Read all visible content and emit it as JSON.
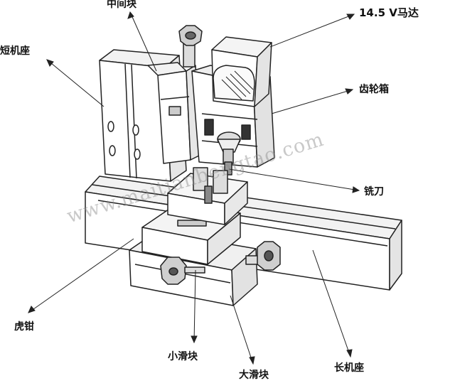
{
  "labels": {
    "middle_block": "中间块",
    "motor": "14.5 V马达",
    "short_base": "短机座",
    "gearbox": "齿轮箱",
    "milling_cutter": "铣刀",
    "vise": "虎钳",
    "small_slide": "小滑块",
    "large_slide": "大滑块",
    "long_base": "长机座"
  },
  "watermark": "www.maitianbengtao.com"
}
